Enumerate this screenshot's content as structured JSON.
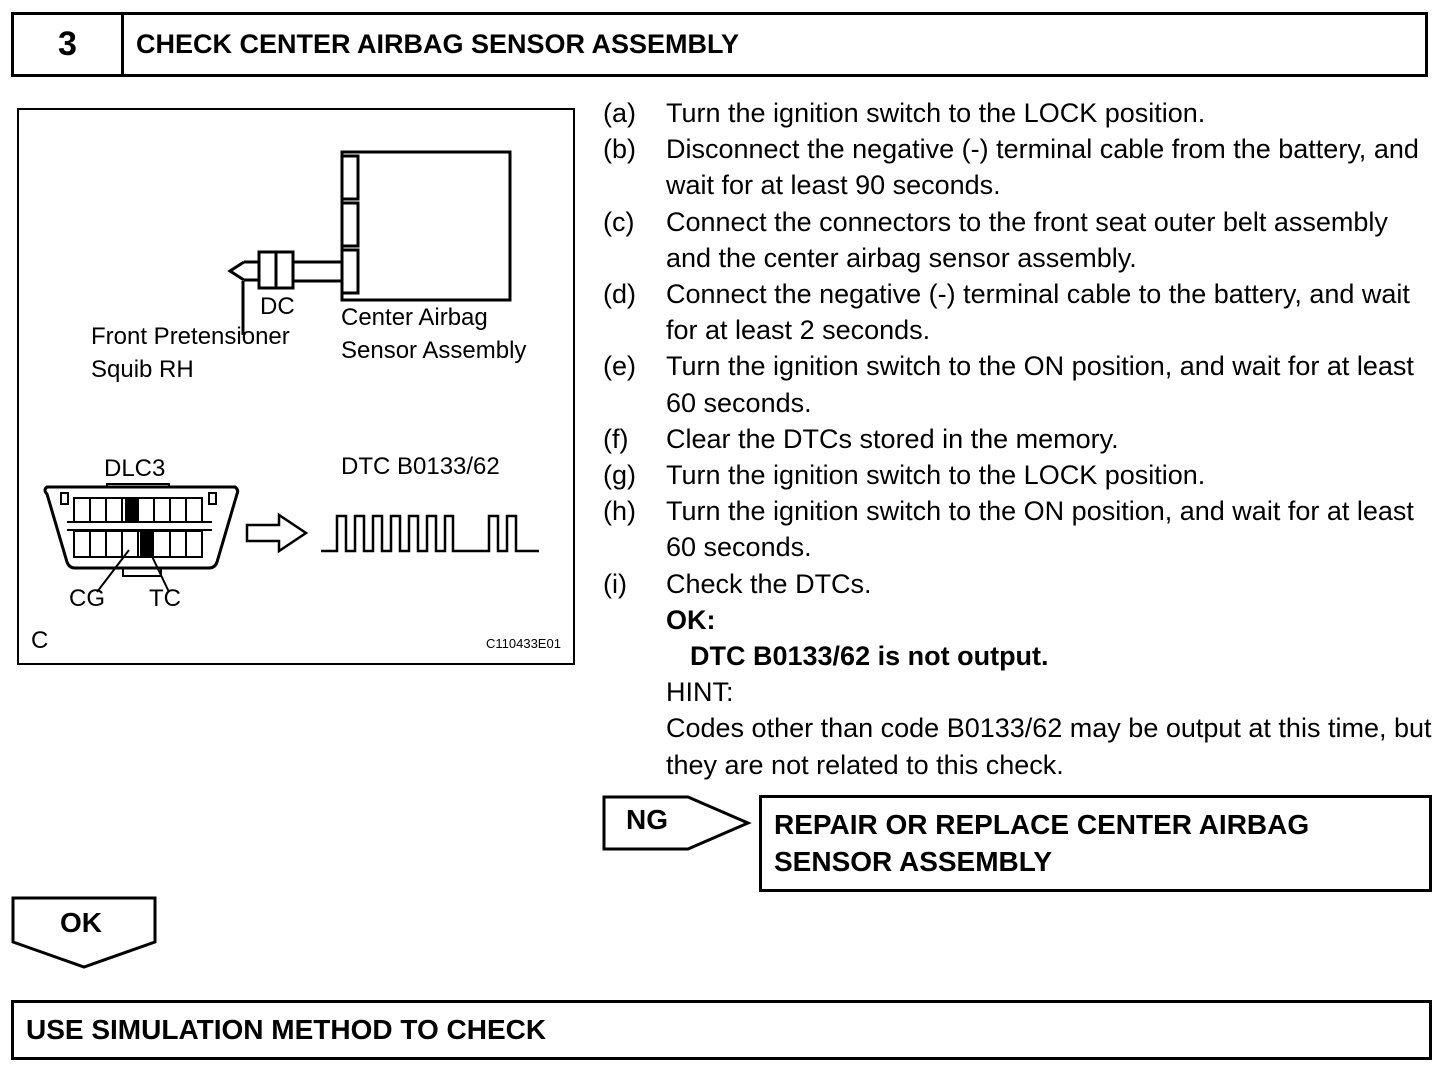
{
  "header": {
    "step_number": "3",
    "title": "CHECK CENTER AIRBAG SENSOR ASSEMBLY"
  },
  "figure": {
    "label_dc": "DC",
    "label_front_pretensioner": "Front Pretensioner",
    "label_squib_rh": "Squib RH",
    "label_center_airbag": "Center Airbag",
    "label_sensor_assembly": "Sensor Assembly",
    "label_dlc3": "DLC3",
    "label_dtc": "DTC B0133/62",
    "label_cg": "CG",
    "label_tc": "TC",
    "label_c": "C",
    "figure_id": "C110433E01"
  },
  "procedure": {
    "steps": [
      {
        "letter": "(a)",
        "text": "Turn the ignition switch to the LOCK position."
      },
      {
        "letter": "(b)",
        "text": "Disconnect the negative (-) terminal cable from the battery, and wait for at least 90 seconds."
      },
      {
        "letter": "(c)",
        "text": "Connect the connectors to the front seat outer belt assembly and the center airbag sensor assembly."
      },
      {
        "letter": "(d)",
        "text": "Connect the negative (-) terminal cable to the battery, and wait for at least 2 seconds."
      },
      {
        "letter": "(e)",
        "text": "Turn the ignition switch to the ON position, and wait for at least 60 seconds."
      },
      {
        "letter": "(f)",
        "text": "Clear the DTCs stored in the memory."
      },
      {
        "letter": "(g)",
        "text": "Turn the ignition switch to the LOCK position."
      },
      {
        "letter": "(h)",
        "text": "Turn the ignition switch to the ON position, and wait for at least 60 seconds."
      },
      {
        "letter": "(i)",
        "text": "Check the DTCs."
      }
    ],
    "ok_label": "OK:",
    "ok_result": "DTC B0133/62 is not output.",
    "hint_label": "HINT:",
    "hint_text": "Codes other than code B0133/62 may be output at this time, but they are not related to this check."
  },
  "ng_branch": {
    "label": "NG",
    "action": "REPAIR OR REPLACE CENTER AIRBAG SENSOR ASSEMBLY"
  },
  "ok_branch": {
    "label": "OK"
  },
  "next_step": {
    "text": "USE SIMULATION METHOD TO CHECK"
  }
}
